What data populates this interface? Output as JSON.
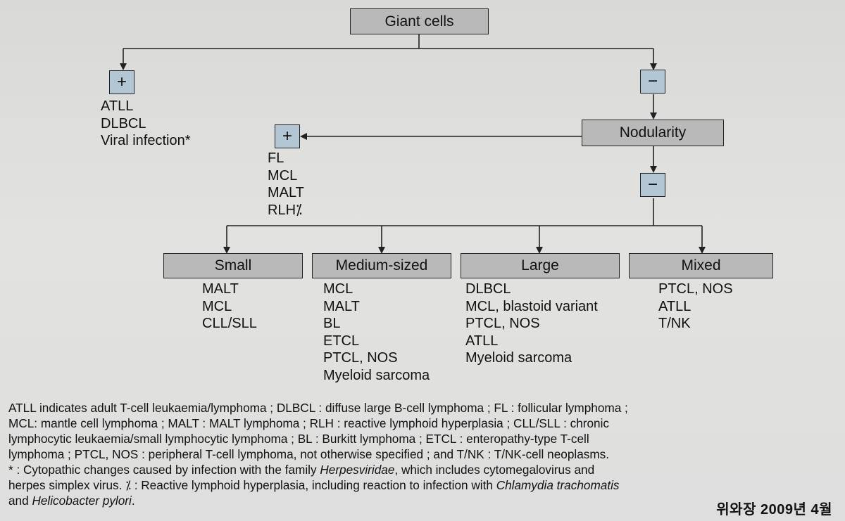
{
  "root": {
    "label": "Giant cells"
  },
  "level1": {
    "plus": {
      "sign": "+",
      "items": [
        "ATLL",
        "DLBCL",
        "Viral infection*"
      ]
    },
    "minus": {
      "sign": "−"
    }
  },
  "nodularity": {
    "label": "Nodularity",
    "plus": {
      "sign": "+",
      "items": [
        "FL",
        "MCL",
        "MALT",
        "RLH⁒"
      ]
    },
    "minus": {
      "sign": "−"
    }
  },
  "categories": [
    {
      "label": "Small",
      "items": [
        "MALT",
        "MCL",
        "CLL/SLL"
      ]
    },
    {
      "label": "Medium-sized",
      "items": [
        "MCL",
        "MALT",
        "BL",
        "ETCL",
        "PTCL, NOS",
        "Myeloid sarcoma"
      ]
    },
    {
      "label": "Large",
      "items": [
        "DLBCL",
        "MCL, blastoid variant",
        "PTCL, NOS",
        "ATLL",
        "Myeloid sarcoma"
      ]
    },
    {
      "label": "Mixed",
      "items": [
        "PTCL, NOS",
        "ATLL",
        "T/NK"
      ]
    }
  ],
  "notes": {
    "line1": "ATLL indicates adult T-cell leukaemia/lymphoma ; DLBCL : diffuse large B-cell lymphoma ; FL : follicular lymphoma ;",
    "line2": "MCL: mantle cell lymphoma ; MALT : MALT lymphoma ; RLH : reactive lymphoid hyperplasia ; CLL/SLL : chronic",
    "line3": "lymphocytic leukaemia/small lymphocytic lymphoma ; BL : Burkitt lymphoma ; ETCL : enteropathy-type T-cell",
    "line4": "lymphoma ; PTCL, NOS : peripheral T-cell lymphoma, not otherwise specified ; and T/NK : T/NK-cell neoplasms.",
    "line5_pre": "* : Cytopathic changes caused by infection with the family ",
    "line5_italic": "Herpesviridae",
    "line5_post": ", which includes cytomegalovirus and",
    "line6_pre": "herpes simplex virus. ⁒ : Reactive lymphoid hyperplasia, including reaction to infection with ",
    "line6_italic": "Chlamydia trachomatis",
    "line7_pre": "and ",
    "line7_italic": "Helicobacter pylori",
    "line7_post": "."
  },
  "stamp": "위와장 2009년 4월"
}
